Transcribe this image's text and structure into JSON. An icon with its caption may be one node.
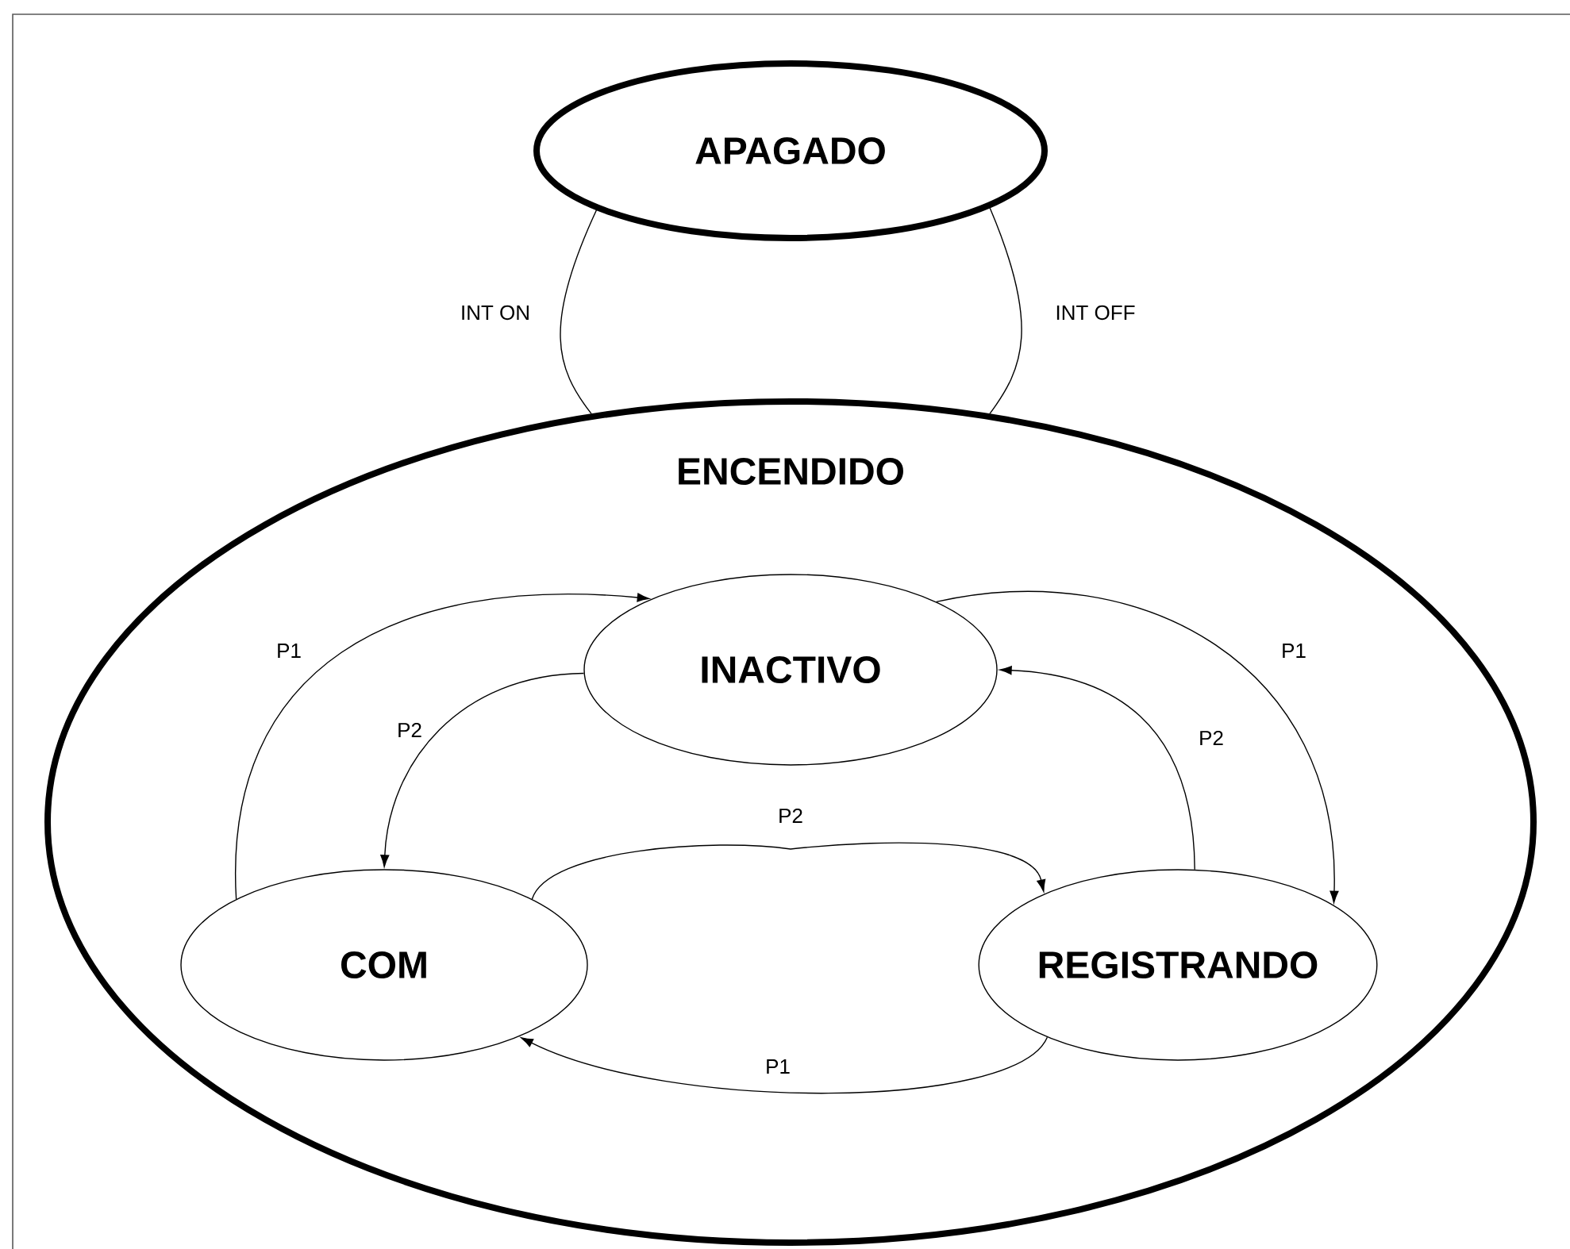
{
  "diagram": {
    "nodes": [
      {
        "text": [
          "APAGADO"
        ]
      },
      {
        "text": [
          "ENCENDIDO"
        ]
      },
      {
        "text": [
          "INACTIVO"
        ],
        "in": 1
      },
      {
        "text": [
          "COM"
        ],
        "in": 1
      },
      {
        "text": [
          "REGISTRANDO"
        ],
        "in": 1
      }
    ],
    "edges": [
      {
        "from": 0,
        "to": 1,
        "arrow": "none",
        "label": "INT ON"
      },
      {
        "from": 0,
        "to": 1,
        "arrow": "none",
        "label": "INT OFF"
      },
      {
        "from": 3,
        "to": 2,
        "arrow": "to",
        "label": "P1"
      },
      {
        "from": 2,
        "to": 3,
        "arrow": "to",
        "label": "P2"
      },
      {
        "from": 2,
        "to": 4,
        "arrow": "to",
        "label": "P1"
      },
      {
        "from": 4,
        "to": 2,
        "arrow": "to",
        "label": "P2"
      },
      {
        "from": 3,
        "to": 4,
        "arrow": "to",
        "label": "P2"
      },
      {
        "from": 4,
        "to": 3,
        "arrow": "to",
        "label": "P1"
      }
    ]
  }
}
